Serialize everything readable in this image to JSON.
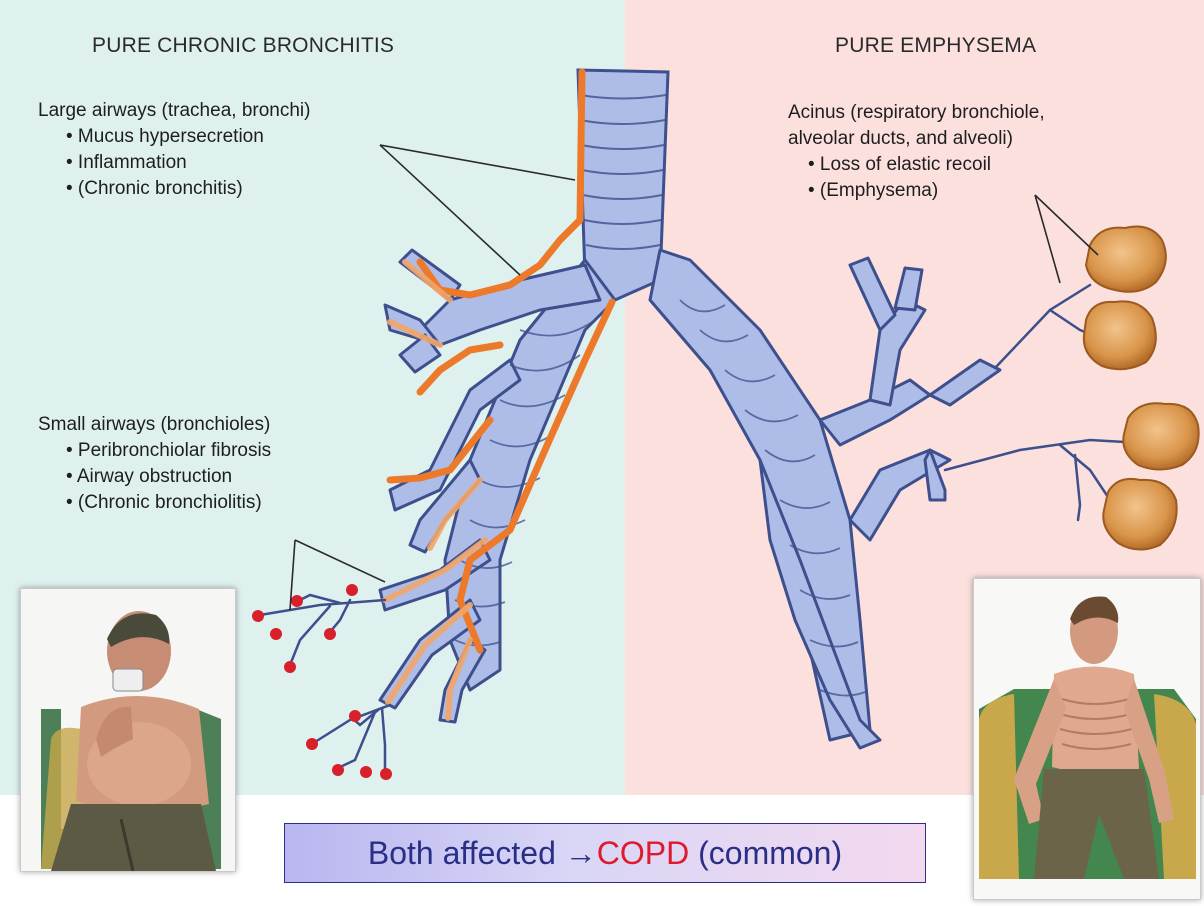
{
  "headings": {
    "left": "PURE CHRONIC BRONCHITIS",
    "right": "PURE EMPHYSEMA"
  },
  "large_airways": {
    "title": "Large airways (trachea, bronchi)",
    "items": [
      "• Mucus hypersecretion",
      "• Inflammation",
      "• (Chronic bronchitis)"
    ]
  },
  "small_airways": {
    "title": "Small airways (bronchioles)",
    "items": [
      "• Peribronchiolar fibrosis",
      "• Airway obstruction",
      "• (Chronic bronchiolitis)"
    ]
  },
  "acinus": {
    "title_line1": "Acinus (respiratory bronchiole,",
    "title_line2": "alveolar ducts, and alveoli)",
    "items": [
      "• Loss of elastic recoil",
      "• (Emphysema)"
    ]
  },
  "banner": {
    "prefix": "Both affected → ",
    "highlight": "COPD",
    "suffix": " (common)"
  },
  "colors": {
    "left_panel": "#dff1ef",
    "right_panel": "#fbe0de",
    "airway": "#aebde8",
    "airway_outline": "#3d4f8c",
    "inflamed_wall": "#ec7a2a",
    "mucus_plug": "#d8202a",
    "alveoli": "#d9954a",
    "banner_text": "#2a2f86",
    "banner_highlight": "#e0192e"
  }
}
